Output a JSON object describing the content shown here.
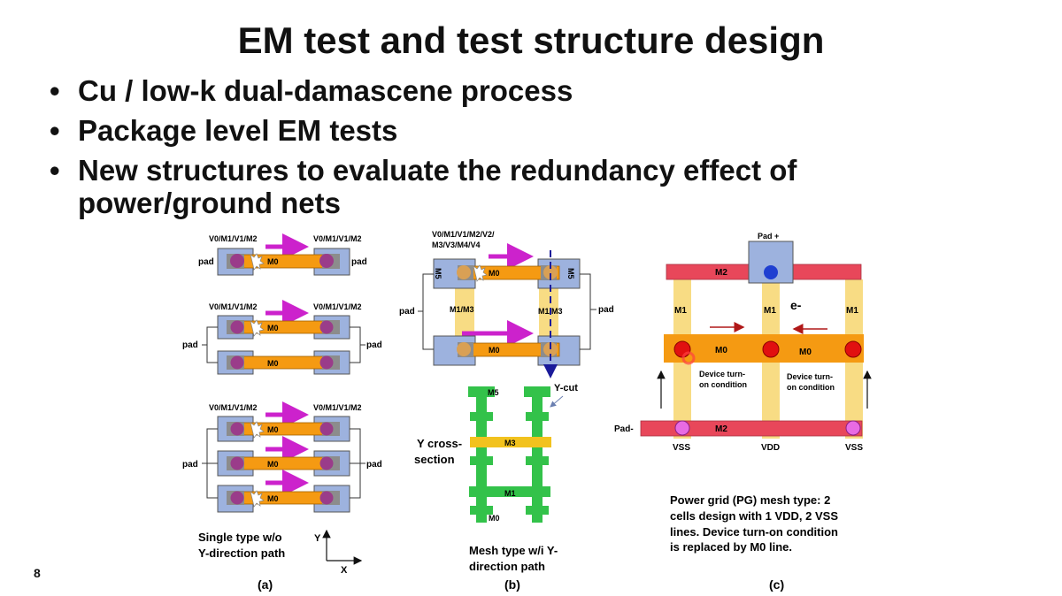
{
  "slide": {
    "title": "EM test and test structure design",
    "bullets": [
      "Cu / low-k dual-damascene process",
      "Package level EM tests",
      "New structures to evaluate the redundancy effect of power/ground nets"
    ],
    "page_number": "8"
  },
  "figure_a": {
    "via_label": "V0/M1/V1/M2",
    "pad_label": "pad",
    "wire_label": "M0",
    "caption": "Single type w/o Y-direction path",
    "axis_y": "Y",
    "axis_x": "X",
    "panel_label": "(a)"
  },
  "figure_b": {
    "stack_label": "V0/M1/V1/M2/V2/ M3/V3/M4/V4",
    "m5_label": "M5",
    "m1m3_label": "M1/M3",
    "pad_label": "pad",
    "wire_label": "M0",
    "ycut_label": "Y-cut",
    "ycross_label": "Y cross- section",
    "cs_m5": "M5",
    "cs_m3": "M3",
    "cs_m1": "M1",
    "cs_m0": "M0",
    "caption": "Mesh type w/i Y- direction path",
    "panel_label": "(b)"
  },
  "figure_c": {
    "pad_plus": "Pad +",
    "pad_minus": "Pad-",
    "m2_label": "M2",
    "m1_label": "M1",
    "m0_label": "M0",
    "electron_label": "e-",
    "device_label": "Device turn- on condition",
    "vss_label": "VSS",
    "vdd_label": "VDD",
    "caption": "Power grid (PG) mesh type: 2 cells design with 1 VDD, 2 VSS lines. Device turn-on condition is replaced by M0 line.",
    "panel_label": "(c)"
  },
  "colors": {
    "wire_orange": "#F59A12",
    "pad_blue": "#9DB2DE",
    "arrow_magenta": "#CC22CC",
    "mesh_yellow": "#F8DC84",
    "m2_red": "#E8475A",
    "cross_green": "#33C24A",
    "via_purple": "#9A3C8A"
  }
}
